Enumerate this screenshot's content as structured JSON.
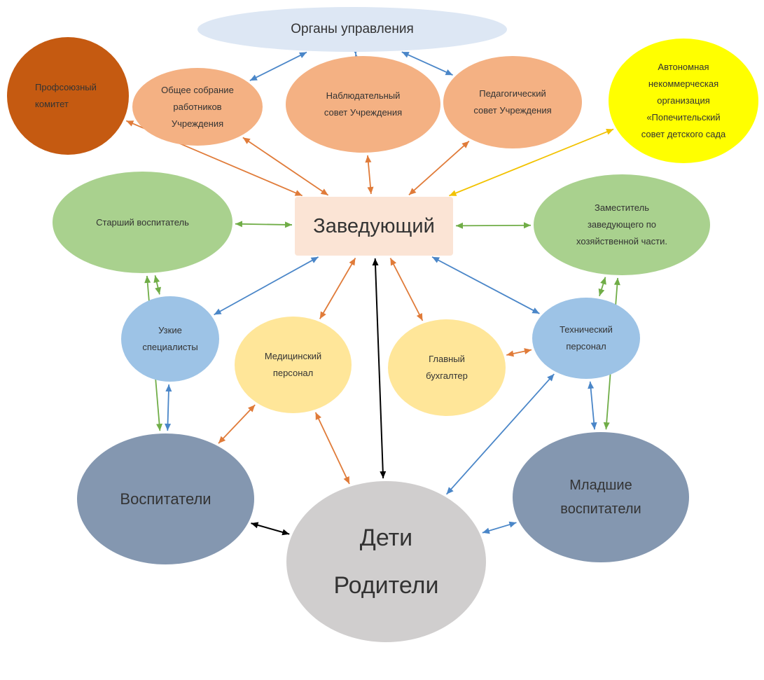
{
  "nodes": {
    "organy": {
      "label": "Органы управления"
    },
    "profkom": {
      "label": "Профсоюзный\nкомитет"
    },
    "obshchee": {
      "label": "Общее собрание\nработников\nУчреждения"
    },
    "nablyud": {
      "label": "Наблюдательный\nсовет Учреждения"
    },
    "pedsovet": {
      "label": "Педагогический\nсовет Учреждения"
    },
    "ano": {
      "label": "Автономная\nнекоммерческая\nорганизация\n«Попечительский\nсовет детского сада"
    },
    "zav": {
      "label": "Заведующий"
    },
    "starshiy": {
      "label": "Старший воспитатель"
    },
    "zam": {
      "label": "Заместитель\nзаведующего по\nхозяйственной части."
    },
    "uzkie": {
      "label": "Узкие\nспециалисты"
    },
    "med": {
      "label": "Медицинский\nперсонал"
    },
    "buh": {
      "label": "Главный\nбухгалтер"
    },
    "tech": {
      "label": "Технический\nперсонал"
    },
    "vosp": {
      "label": "Воспитатели"
    },
    "deti": {
      "label": "Дети\nРодители"
    },
    "mladshie": {
      "label": "Младшие\nвоспитатели"
    }
  },
  "colors": {
    "blue": "#4a86c8",
    "orange": "#e07b39",
    "green": "#70ad47",
    "yellow": "#f2c200",
    "black": "#000000"
  },
  "connections": [
    {
      "from": "organy",
      "to": "obshchee",
      "color": "blue"
    },
    {
      "from": "organy",
      "to": "nablyud",
      "color": "blue"
    },
    {
      "from": "organy",
      "to": "pedsovet",
      "color": "blue"
    },
    {
      "from": "zav",
      "to": "profkom",
      "color": "orange"
    },
    {
      "from": "zav",
      "to": "obshchee",
      "color": "orange"
    },
    {
      "from": "zav",
      "to": "nablyud",
      "color": "orange"
    },
    {
      "from": "zav",
      "to": "pedsovet",
      "color": "orange"
    },
    {
      "from": "zav",
      "to": "ano",
      "color": "yellow"
    },
    {
      "from": "zav",
      "to": "starshiy",
      "color": "green"
    },
    {
      "from": "zav",
      "to": "zam",
      "color": "green"
    },
    {
      "from": "zav",
      "to": "uzkie",
      "color": "blue"
    },
    {
      "from": "zav",
      "to": "med",
      "color": "orange"
    },
    {
      "from": "zav",
      "to": "buh",
      "color": "orange"
    },
    {
      "from": "zav",
      "to": "tech",
      "color": "blue"
    },
    {
      "from": "zav",
      "to": "deti",
      "color": "black"
    },
    {
      "from": "starshiy",
      "to": "uzkie",
      "color": "green"
    },
    {
      "from": "starshiy",
      "to": "vosp",
      "color": "green"
    },
    {
      "from": "uzkie",
      "to": "vosp",
      "color": "blue"
    },
    {
      "from": "zam",
      "to": "tech",
      "color": "green"
    },
    {
      "from": "zam",
      "to": "mladshie",
      "color": "green"
    },
    {
      "from": "tech",
      "to": "mladshie",
      "color": "blue"
    },
    {
      "from": "tech",
      "to": "deti",
      "color": "blue"
    },
    {
      "from": "buh",
      "to": "tech",
      "color": "orange"
    },
    {
      "from": "med",
      "to": "vosp",
      "color": "orange"
    },
    {
      "from": "med",
      "to": "deti",
      "color": "orange"
    },
    {
      "from": "vosp",
      "to": "deti",
      "color": "black"
    },
    {
      "from": "mladshie",
      "to": "deti",
      "color": "blue"
    }
  ]
}
